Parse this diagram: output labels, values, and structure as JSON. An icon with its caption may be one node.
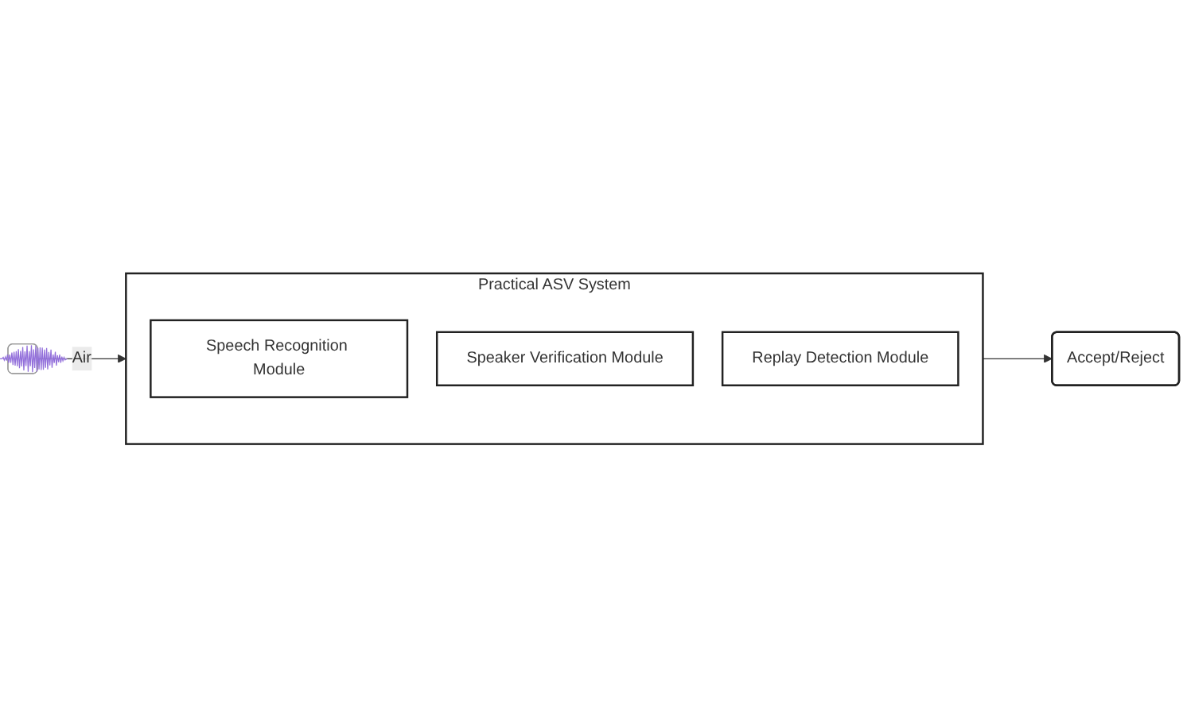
{
  "diagram": {
    "nodes": [
      {
        "text": [],
        "shape": "picture"
      },
      {
        "text": [
          "Practical ASV System"
        ]
      },
      {
        "text": [
          "Speech Recognition Module"
        ],
        "in": 1
      },
      {
        "text": [
          "Speaker Verification Module"
        ],
        "in": 1
      },
      {
        "text": [
          "Replay Detection Module"
        ],
        "in": 1
      },
      {
        "text": [
          "Accept/Reject"
        ]
      }
    ],
    "edges": [
      {
        "from": 0,
        "to": 1,
        "arrow": "to",
        "label": "Air"
      },
      {
        "from": 1,
        "to": 5,
        "arrow": "to"
      }
    ]
  }
}
